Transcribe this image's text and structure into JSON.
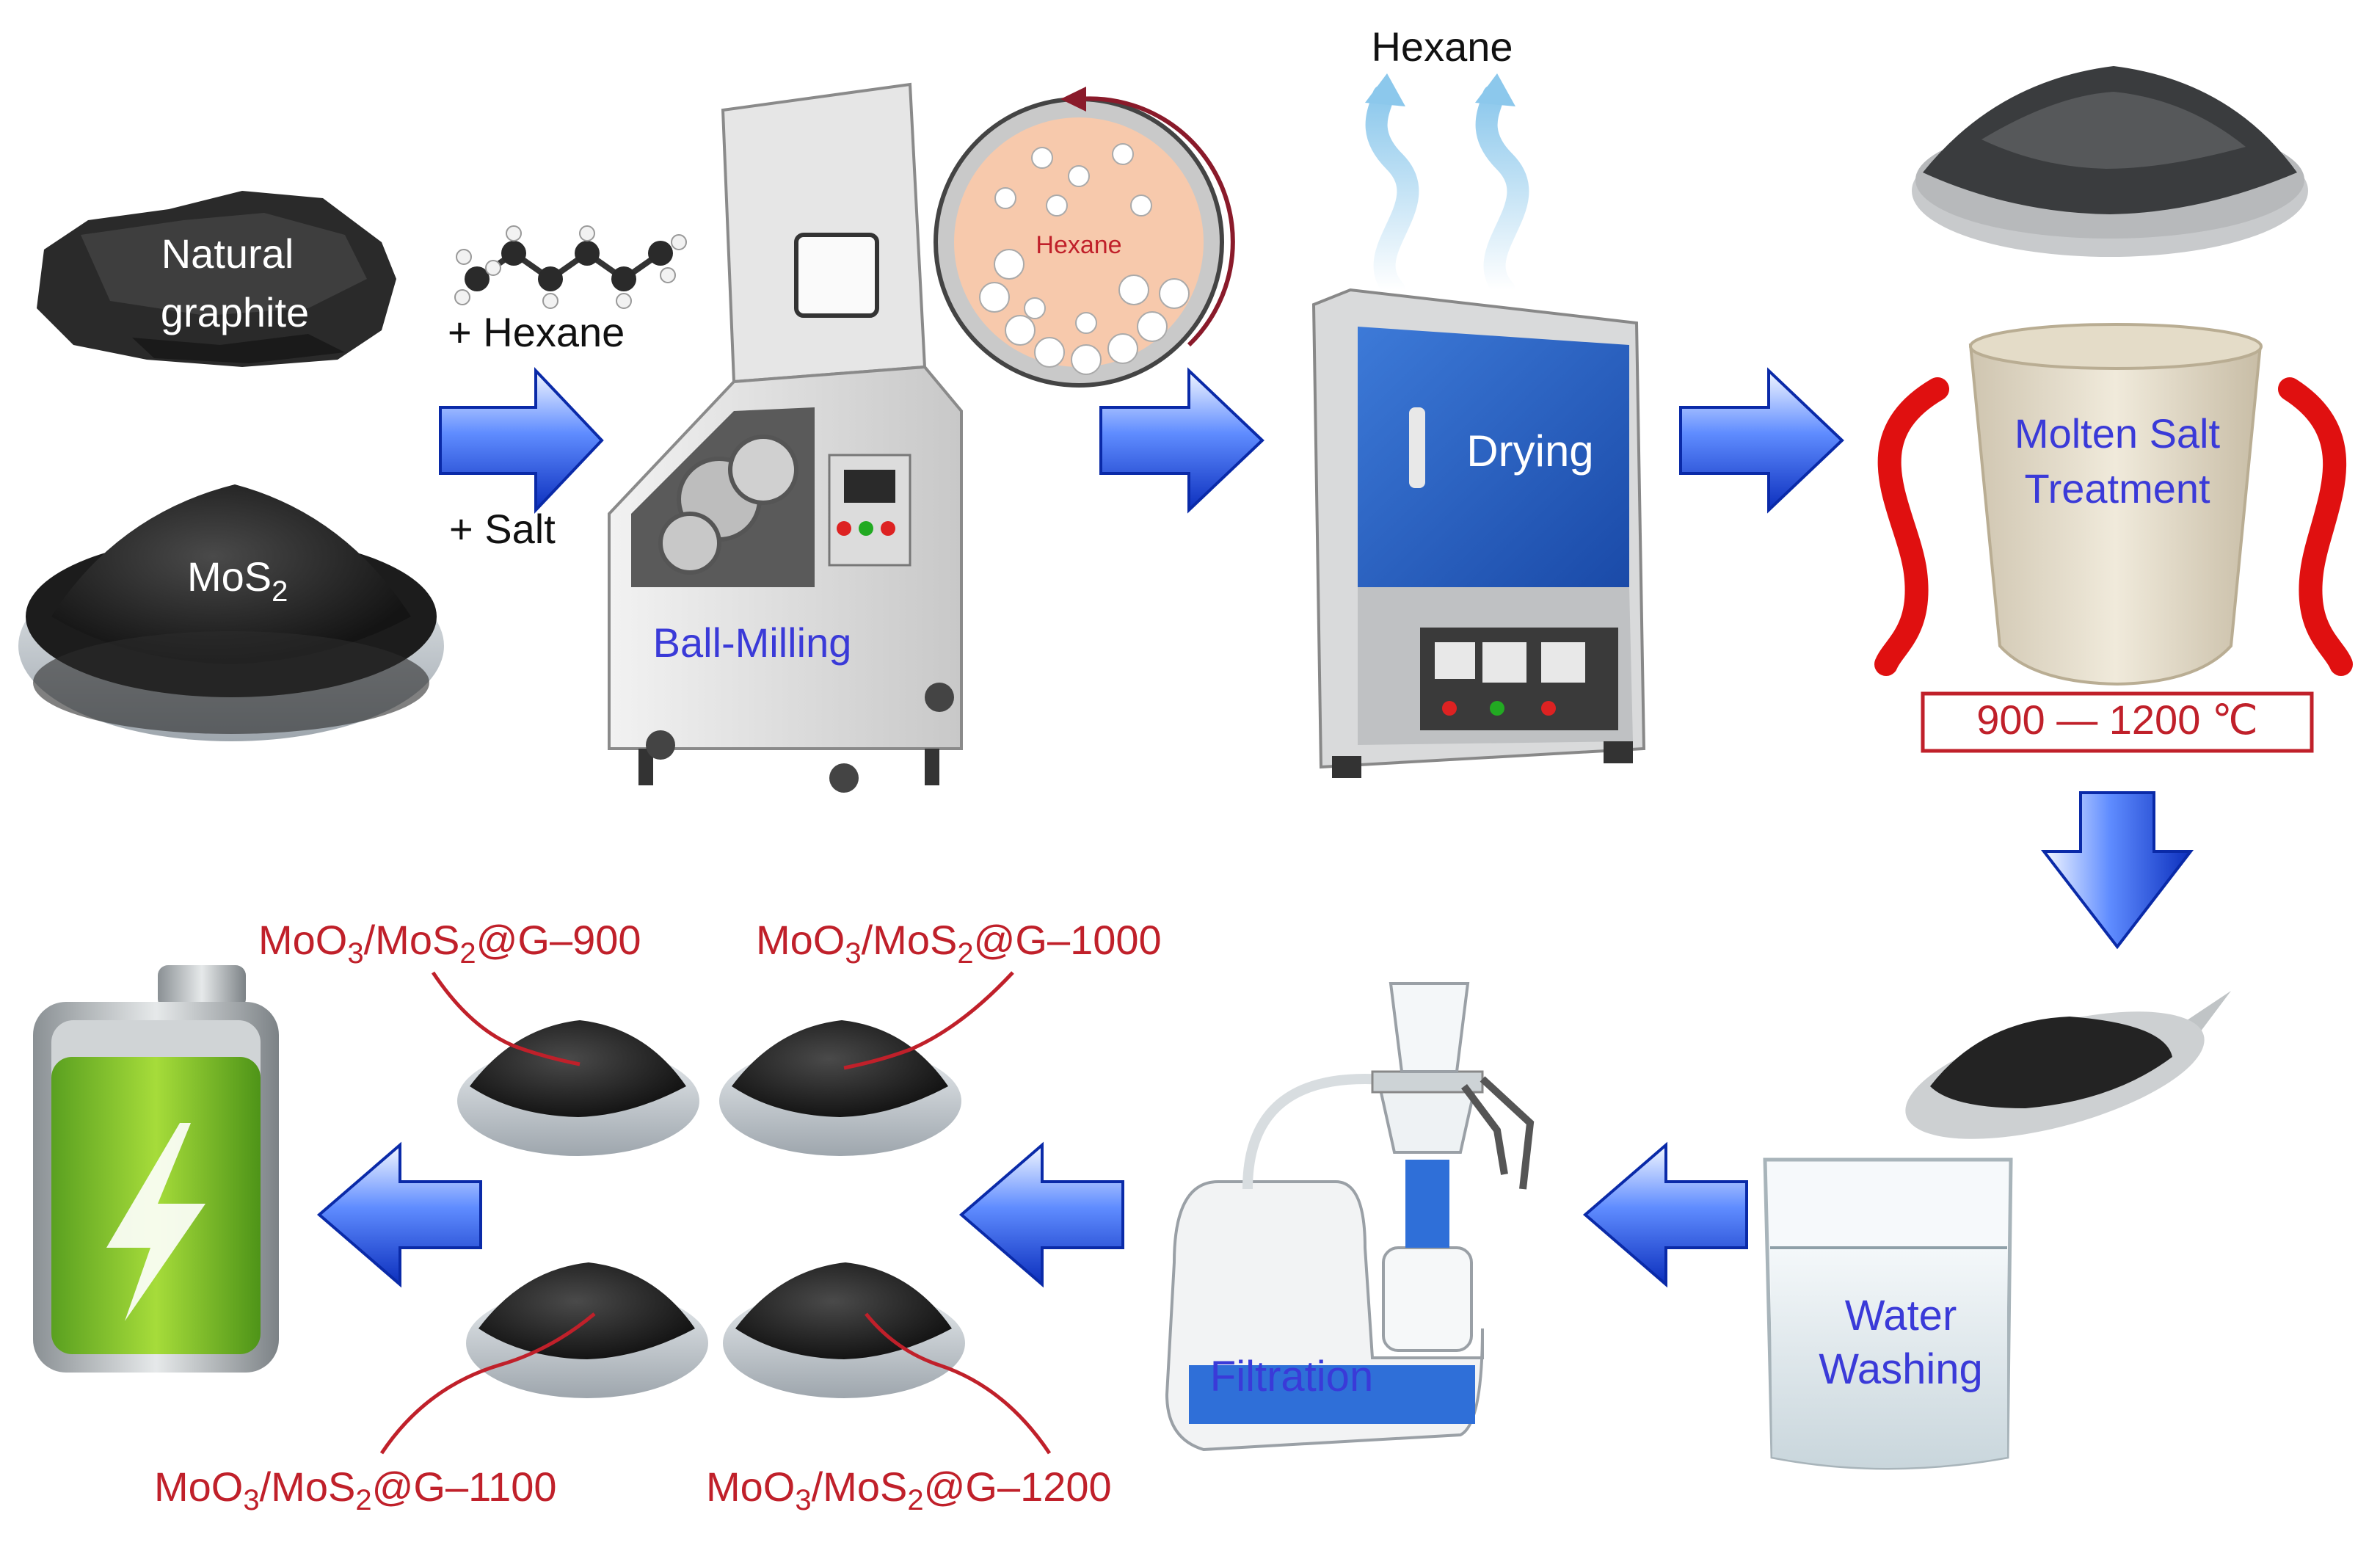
{
  "materials": {
    "graphite_line1": "Natural",
    "graphite_line2": "graphite",
    "mos2_base": "MoS",
    "mos2_sub": "2",
    "add_hexane": "+ Hexane",
    "add_salt": "+ Salt"
  },
  "steps": {
    "ball_milling": "Ball-Milling",
    "jar_label": "Hexane",
    "vapor": "Hexane",
    "drying": "Drying",
    "molten_line1": "Molten Salt",
    "molten_line2": "Treatment",
    "temp_range": "900 — 1200 ℃",
    "water_line1": "Water",
    "water_line2": "Washing",
    "filtration": "Filtration"
  },
  "products": [
    {
      "a": "MoO",
      "b": "3",
      "c": "/MoS",
      "d": "2",
      "e": "@G–900"
    },
    {
      "a": "MoO",
      "b": "3",
      "c": "/MoS",
      "d": "2",
      "e": "@G–1000"
    },
    {
      "a": "MoO",
      "b": "3",
      "c": "/MoS",
      "d": "2",
      "e": "@G–1100"
    },
    {
      "a": "MoO",
      "b": "3",
      "c": "/MoS",
      "d": "2",
      "e": "@G–1200"
    }
  ],
  "colors": {
    "label_red": "#c0202a",
    "label_blue": "#3a3ad8",
    "arrow_blue": "#1f4fe0",
    "heat_red": "#e01010"
  },
  "icons": [
    "battery-icon",
    "lightning-icon",
    "arrow-right-icon",
    "arrow-down-icon",
    "arrow-left-icon"
  ]
}
